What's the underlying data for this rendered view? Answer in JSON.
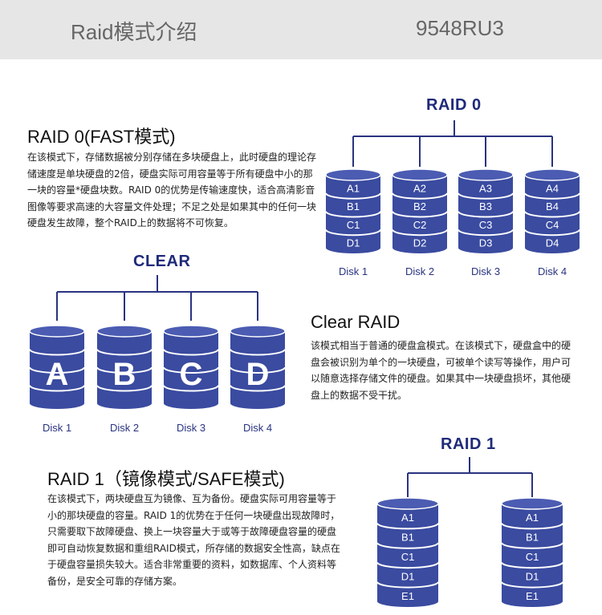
{
  "header": {
    "title": "Raid模式介绍",
    "model": "9548RU3"
  },
  "raid0": {
    "diagram_title": "RAID 0",
    "heading": "RAID 0(FAST模式)",
    "body": "在该模式下，存储数据被分别存储在多块硬盘上，此时硬盘的理论存储速度是单块硬盘的2倍，硬盘实际可用容量等于所有硬盘中小的那一块的容量*硬盘块数。RAID 0的优势是传输速度快，适合高清影音图像等要求高速的大容量文件处理；不足之处是如果其中的任何一块硬盘发生故障，整个RAID上的数据将不可恢复。",
    "disks": [
      {
        "label": "Disk 1",
        "cells": [
          "A1",
          "B1",
          "C1",
          "D1"
        ]
      },
      {
        "label": "Disk 2",
        "cells": [
          "A2",
          "B2",
          "C2",
          "D2"
        ]
      },
      {
        "label": "Disk 3",
        "cells": [
          "A3",
          "B3",
          "C3",
          "D3"
        ]
      },
      {
        "label": "Disk 4",
        "cells": [
          "A4",
          "B4",
          "C4",
          "D4"
        ]
      }
    ]
  },
  "clear": {
    "diagram_title": "CLEAR",
    "heading": "Clear RAID",
    "body": "该模式相当于普通的硬盘盒模式。在该模式下，硬盘盒中的硬盘会被识别为单个的一块硬盘，可被单个读写等操作，用户可以随意选择存储文件的硬盘。如果其中一块硬盘损坏，其他硬盘上的数据不受干扰。",
    "disks": [
      {
        "label": "Disk 1",
        "letter": "A"
      },
      {
        "label": "Disk 2",
        "letter": "B"
      },
      {
        "label": "Disk 3",
        "letter": "C"
      },
      {
        "label": "Disk 4",
        "letter": "D"
      }
    ]
  },
  "raid1": {
    "diagram_title": "RAID 1",
    "heading": "RAID 1（镜像模式/SAFE模式)",
    "body": "在该模式下，两块硬盘互为镜像、互为备份。硬盘实际可用容量等于小的那块硬盘的容量。RAID 1的优势在于任何一块硬盘出现故障时，只需要取下故障硬盘、换上一块容量大于或等于故障硬盘容量的硬盘即可自动恢复数据和重组RAID模式，所存储的数据安全性高，缺点在于硬盘容量损失较大。适合非常重要的资料，如数据库、个人资料等备份，是安全可靠的存储方案。",
    "disks": [
      {
        "cells": [
          "A1",
          "B1",
          "C1",
          "D1",
          "E1"
        ]
      },
      {
        "cells": [
          "A1",
          "B1",
          "C1",
          "D1",
          "E1"
        ]
      }
    ]
  },
  "colors": {
    "disk_fill": "#3a4ba0",
    "disk_dark": "#1f2a7a",
    "connector": "#2a3380"
  }
}
